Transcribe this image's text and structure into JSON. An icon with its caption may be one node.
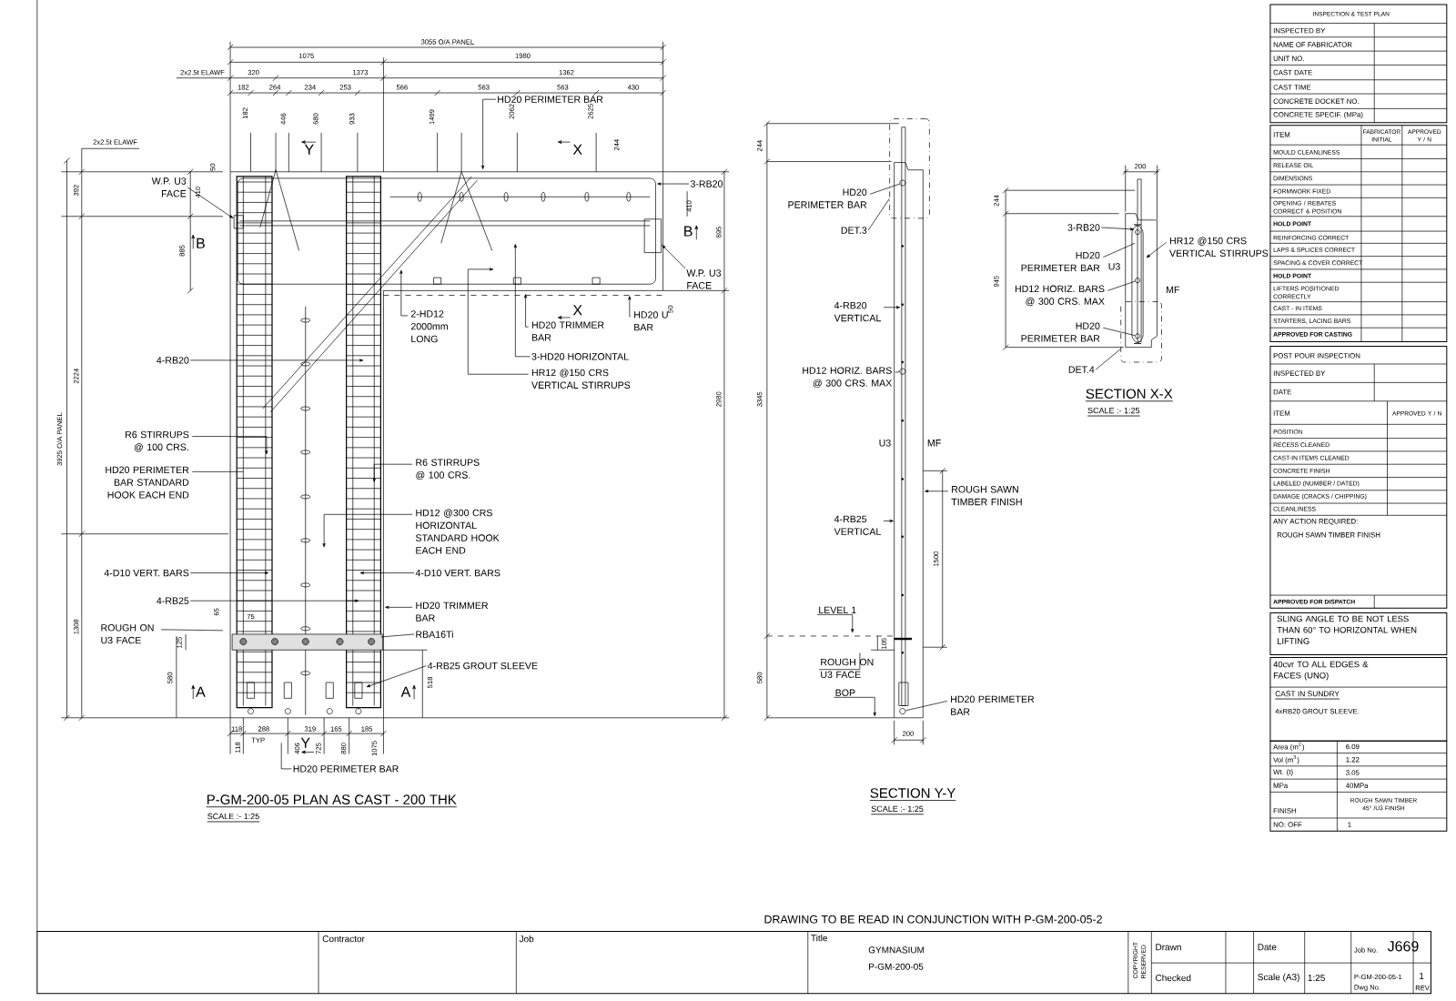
{
  "diagram": {
    "nodes": [
      {
        "text": [
          "HD20 PERIMETER BAR"
        ]
      },
      {
        "text": [
          "W.P. U3 FACE"
        ]
      },
      {
        "text": [
          "3-RB20"
        ]
      },
      {
        "text": [
          "W.P. U3 FACE"
        ]
      },
      {
        "text": [
          "2-HD12 2000mm LONG"
        ]
      },
      {
        "text": [
          "HD20 U BAR"
        ]
      },
      {
        "text": [
          "HD20 TRIMMER BAR"
        ]
      },
      {
        "text": [
          "3-HD20 HORIZONTAL"
        ]
      },
      {
        "text": [
          "HR12 @150 CRS VERTICAL STIRRUPS"
        ]
      },
      {
        "text": [
          "4-RB20"
        ]
      },
      {
        "text": [
          "R6 STIRRUPS @ 100 CRS."
        ]
      },
      {
        "text": [
          "HD20 PERIMETER BAR STANDARD HOOK EACH END"
        ]
      },
      {
        "text": [
          "R6 STIRRUPS @ 100 CRS."
        ]
      },
      {
        "text": [
          "HD12 @300 CRS HORIZONTAL STANDARD HOOK EACH END"
        ]
      },
      {
        "text": [
          "4-D10 VERT. BARS"
        ]
      },
      {
        "text": [
          "4-D10 VERT. BARS"
        ]
      },
      {
        "text": [
          "4-RB25"
        ]
      },
      {
        "text": [
          "HD20 TRIMMER BAR"
        ]
      },
      {
        "text": [
          "ROUGH ON U3 FACE"
        ]
      },
      {
        "text": [
          "RBA16Ti"
        ]
      },
      {
        "text": [
          "4-RB25 GROUT SLEEVE"
        ]
      },
      {
        "text": [
          "HD20 PERIMETER BAR"
        ]
      },
      {
        "text": [
          "HD20 PERIMETER BAR"
        ]
      },
      {
        "text": [
          "DET.3"
        ]
      },
      {
        "text": [
          "4-RB20 VERTICAL"
        ]
      },
      {
        "text": [
          "HD12 HORIZ. BARS @ 300 CRS. MAX"
        ]
      },
      {
        "text": [
          "ROUGH SAWN TIMBER FINISH"
        ]
      },
      {
        "text": [
          "4-RB25 VERTICAL"
        ]
      },
      {
        "text": [
          "LEVEL 1"
        ]
      },
      {
        "text": [
          "ROUGH ON U3 FACE"
        ]
      },
      {
        "text": [
          "BOP"
        ]
      },
      {
        "text": [
          "HD20 PERIMETER BAR"
        ]
      },
      {
        "text": [
          "3-RB20"
        ]
      },
      {
        "text": [
          "HD20 PERIMETER BAR"
        ]
      },
      {
        "text": [
          "HR12 @150 CRS VERTICAL STIRRUPS"
        ]
      },
      {
        "text": [
          "HD12 HORIZ. BARS @ 300 CRS. MAX"
        ]
      },
      {
        "text": [
          "HD20 PERIMETER BAR"
        ]
      },
      {
        "text": [
          "DET.4"
        ]
      },
      {
        "text": [],
        "shape": "box"
      },
      {
        "text": [],
        "shape": "box"
      },
      {
        "text": [],
        "shape": "circle",
        "in": 38
      },
      {
        "text": [],
        "shape": "circle"
      },
      {
        "text": [],
        "shape": "circle"
      },
      {
        "text": [],
        "shape": "circle",
        "in": 39
      },
      {
        "text": [],
        "shape": "circle"
      },
      {
        "text": [],
        "shape": "box"
      },
      {
        "text": [],
        "shape": "box"
      }
    ],
    "edges": [
      {
        "from": 0,
        "to": null,
        "arrow": "to"
      },
      {
        "from": 1,
        "to": 46,
        "arrow": "to"
      },
      {
        "from": 2,
        "to": null,
        "arrow": "to"
      },
      {
        "from": 3,
        "to": 45,
        "arrow": "to"
      },
      {
        "from": 4,
        "to": null,
        "arrow": "to"
      },
      {
        "from": 5,
        "to": null,
        "arrow": "to"
      },
      {
        "from": 6,
        "to": null,
        "arrow": "to"
      },
      {
        "from": 7,
        "to": null,
        "arrow": "to"
      },
      {
        "from": 8,
        "to": null,
        "arrow": "to"
      },
      {
        "from": 9,
        "to": null,
        "arrow": "to"
      },
      {
        "from": 10,
        "to": null,
        "arrow": "to"
      },
      {
        "from": 11,
        "to": null,
        "arrow": "none"
      },
      {
        "from": 12,
        "to": null,
        "arrow": "to"
      },
      {
        "from": 13,
        "to": null,
        "arrow": "to"
      },
      {
        "from": 14,
        "to": null,
        "arrow": "to"
      },
      {
        "from": 15,
        "to": null,
        "arrow": "to"
      },
      {
        "from": 16,
        "to": null,
        "arrow": "to"
      },
      {
        "from": 17,
        "to": null,
        "arrow": "to"
      },
      {
        "from": 18,
        "to": null,
        "arrow": "none"
      },
      {
        "from": 19,
        "to": null,
        "arrow": "none"
      },
      {
        "from": 20,
        "to": null,
        "arrow": "to"
      },
      {
        "from": 21,
        "to": null,
        "arrow": "none"
      },
      {
        "from": 22,
        "to": 40,
        "arrow": "none"
      },
      {
        "from": 23,
        "to": 38,
        "arrow": "none"
      },
      {
        "from": 24,
        "to": null,
        "arrow": "to"
      },
      {
        "from": 25,
        "to": 41,
        "arrow": "none"
      },
      {
        "from": 26,
        "to": null,
        "arrow": "to"
      },
      {
        "from": 27,
        "to": null,
        "arrow": "to"
      },
      {
        "from": 28,
        "to": null,
        "arrow": "to"
      },
      {
        "from": 29,
        "to": null,
        "arrow": "none"
      },
      {
        "from": 30,
        "to": null,
        "arrow": "to"
      },
      {
        "from": 31,
        "to": 44,
        "arrow": "none"
      },
      {
        "from": 32,
        "to": null,
        "arrow": "to"
      },
      {
        "from": 33,
        "to": null,
        "arrow": "none"
      },
      {
        "from": 34,
        "to": null,
        "arrow": "to"
      },
      {
        "from": 35,
        "to": 42,
        "arrow": "none"
      },
      {
        "from": 36,
        "to": 43,
        "arrow": "none"
      },
      {
        "from": 37,
        "to": 39,
        "arrow": "none"
      }
    ],
    "labels": [
      "3055 O/A PANEL",
      "1075",
      "1980",
      "2x2.5t ELAWF",
      "320",
      "1373",
      "1362",
      "182",
      "264",
      "234",
      "253",
      "566",
      "563",
      "563",
      "430",
      "182",
      "446",
      "680",
      "933",
      "1499",
      "2062",
      "2625",
      "244",
      "2x2.5t ELAWF",
      "392",
      "410",
      "50",
      "885",
      "410",
      "895",
      "50",
      "2224",
      "3925 O/A PANEL",
      "2980",
      "1308",
      "65",
      "75",
      "125",
      "580",
      "518",
      "Y",
      "X",
      "B",
      "B",
      "X",
      "A",
      "A",
      "Y",
      "118",
      "288",
      "TYP",
      "319",
      "165",
      "185",
      "118",
      "406",
      "725",
      "880",
      "1075",
      "P-GM-200-05 PLAN AS CAST - 200 THK",
      "SCALE :- 1:25",
      "244",
      "3345",
      "U3",
      "MF",
      "1500",
      "105",
      "580",
      "200",
      "SECTION Y-Y",
      "SCALE :- 1:25",
      "200",
      "244",
      "945",
      "U3",
      "MF",
      "SECTION X-X",
      "SCALE :- 1:25",
      "INSPECTION & TEST PLAN",
      "INSPECTED BY",
      "NAME OF FABRICATOR",
      "UNIT NO.",
      "CAST DATE",
      "CAST TIME",
      "CONCRETE DOCKET NO.",
      "CONCRETE SPECIF. (MPa)",
      "ITEM",
      "FABRICATOR INITIAL",
      "APPROVED Y / N",
      "MOULD CLEANLINESS",
      "RELEASE OIL",
      "DIMENSIONS",
      "FORMWORK FIXED",
      "OPENING / REBATES CORRECT & POSITION",
      "HOLD POINT",
      "REINFORCING CORRECT",
      "LAPS & SPLICES CORRECT",
      "SPACING & COVER CORRECT",
      "HOLD POINT",
      "LIFTERS POSITIONED CORRECTLY",
      "CAST - IN ITEMS",
      "STARTERS, LACING BARS",
      "APPROVED FOR CASTING",
      "POST POUR INSPECTION",
      "INSPECTED BY",
      "DATE",
      "ITEM",
      "APPROVED Y / N",
      "POSITION",
      "RECESS CLEANED",
      "CAST-IN ITEMS CLEANED",
      "CONCRETE FINISH",
      "LABELED (NUMBER / DATED)",
      "DAMAGE (CRACKS / CHIPPING)",
      "CLEANLINESS",
      "ANY ACTION REQUIRED:",
      "ROUGH SAWN TIMBER FINISH",
      "APPROVED FOR DISPATCH",
      "SLING ANGLE TO BE NOT LESS THAN 60° TO HORIZONTAL WHEN LIFTING",
      "40cvr TO ALL EDGES & FACES (UNO)",
      "CAST IN SUNDRY",
      "4xRB20 GROUT SLEEVE.",
      "Area (m$^{2}$)",
      "6.09",
      "Vol (m$^{3}$)",
      "1.22",
      "Wt. (t)",
      "3.05",
      "MPa",
      "40MPa",
      "FINISH",
      "ROUGH SAWN TIMBER 45° /U3 FINISH",
      "NO: OFF",
      "1",
      "DRAWING TO BE READ IN CONJUNCTION WITH P-GM-200-05-2",
      "Contractor",
      "Job",
      "Title",
      "GYMNASIUM",
      "P-GM-200-05",
      "COPYRIGHT RESERVED",
      "Drawn",
      "Checked",
      "Date",
      "Scale (A3)",
      "1:25",
      "Job No.",
      "J669",
      "P-GM-200-05-1",
      "Dwg No.",
      "1",
      "REV."
    ]
  }
}
